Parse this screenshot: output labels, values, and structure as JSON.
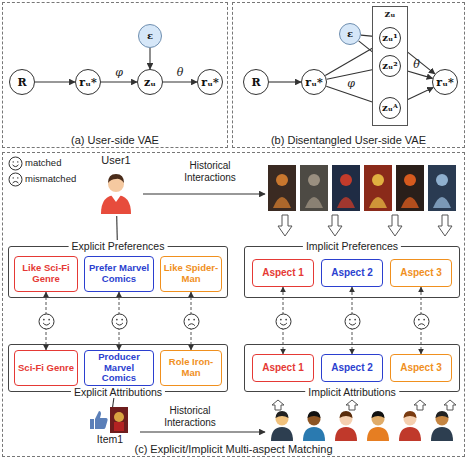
{
  "diagram": {
    "nodes": [
      {
        "text": [
          "(a) User-side VAE"
        ]
      },
      {
        "text": [
          "R"
        ],
        "in": 0
      },
      {
        "text": [
          "rᵤ*"
        ],
        "in": 0
      },
      {
        "text": [
          "ε"
        ],
        "in": 0
      },
      {
        "text": [
          "zᵤ"
        ],
        "in": 0
      },
      {
        "text": [
          "rᵤ*"
        ],
        "in": 0
      },
      {
        "text": [
          "(b) Disentangled User-side VAE"
        ]
      },
      {
        "text": [
          "R"
        ],
        "in": 6
      },
      {
        "text": [
          "rᵤ*"
        ],
        "in": 6
      },
      {
        "text": [
          "ε"
        ],
        "in": 6
      },
      {
        "text": [
          "zᵤ"
        ],
        "in": 6
      },
      {
        "text": [
          "zᵤ¹"
        ],
        "in": 10
      },
      {
        "text": [
          "zᵤ²"
        ],
        "in": 10
      },
      {
        "text": [
          "zᵤᴬ"
        ],
        "in": 10
      },
      {
        "text": [
          "rᵤ*"
        ],
        "in": 6
      },
      {
        "text": [
          "(c) Explicit/Implicit Multi-aspect Matching"
        ]
      },
      {
        "text": [
          "User1"
        ],
        "in": 15
      },
      {
        "text": [
          "Explicit Preferences"
        ],
        "in": 15
      },
      {
        "text": [
          "Like Sci-Fi Genre"
        ],
        "in": 17
      },
      {
        "text": [
          "Prefer Marvel Comics"
        ],
        "in": 17
      },
      {
        "text": [
          "Like Spider-Man"
        ],
        "in": 17
      },
      {
        "text": [
          "Implicit Preferences"
        ],
        "in": 15
      },
      {
        "text": [
          "Aspect 1"
        ],
        "in": 21
      },
      {
        "text": [
          "Aspect 2"
        ],
        "in": 21
      },
      {
        "text": [
          "Aspect 3"
        ],
        "in": 21
      },
      {
        "text": [
          "Explicit Attributions"
        ],
        "in": 15
      },
      {
        "text": [
          "Sci-Fi Genre"
        ],
        "in": 25
      },
      {
        "text": [
          "Producer Marvel Comics"
        ],
        "in": 25
      },
      {
        "text": [
          "Role Iron-Man"
        ],
        "in": 25
      },
      {
        "text": [
          "Implicit Attributions"
        ],
        "in": 15
      },
      {
        "text": [
          "Aspect 1"
        ],
        "in": 29
      },
      {
        "text": [
          "Aspect 2"
        ],
        "in": 29
      },
      {
        "text": [
          "Aspect 3"
        ],
        "in": 29
      },
      {
        "text": [
          "Item1"
        ],
        "in": 15
      }
    ],
    "edges": [
      {
        "from": 1,
        "to": 2,
        "arrow": "to"
      },
      {
        "from": 2,
        "to": 4,
        "label": "φ",
        "arrow": "to"
      },
      {
        "from": 3,
        "to": 4,
        "arrow": "to"
      },
      {
        "from": 4,
        "to": 5,
        "label": "θ",
        "arrow": "to"
      },
      {
        "from": 7,
        "to": 8,
        "arrow": "to"
      },
      {
        "from": 8,
        "to": 11,
        "arrow": "to"
      },
      {
        "from": 8,
        "to": 12,
        "label": "φ",
        "arrow": "to"
      },
      {
        "from": 8,
        "to": 13,
        "arrow": "to"
      },
      {
        "from": 9,
        "to": 11,
        "arrow": "to"
      },
      {
        "from": 9,
        "to": 12,
        "arrow": "to"
      },
      {
        "from": 11,
        "to": 14,
        "arrow": "to"
      },
      {
        "from": 12,
        "to": 14,
        "label": "θ",
        "arrow": "to"
      },
      {
        "from": 13,
        "to": 14,
        "arrow": "to"
      },
      {
        "from": 16,
        "to": 17,
        "arrow": "none"
      },
      {
        "from": 18,
        "to": 26,
        "arrow": "both"
      },
      {
        "from": 19,
        "to": 27,
        "arrow": "both"
      },
      {
        "from": 20,
        "to": 28,
        "arrow": "both"
      },
      {
        "from": 22,
        "to": 30,
        "arrow": "both"
      },
      {
        "from": 23,
        "to": 31,
        "arrow": "both"
      },
      {
        "from": 24,
        "to": 32,
        "arrow": "both"
      },
      {
        "from": 33,
        "to": 25,
        "arrow": "none"
      }
    ],
    "labels": [
      "Historical Interactions",
      "Historical Interactions"
    ],
    "legend": [
      {
        "text": "matched"
      },
      {
        "text": "mismatched"
      }
    ]
  }
}
